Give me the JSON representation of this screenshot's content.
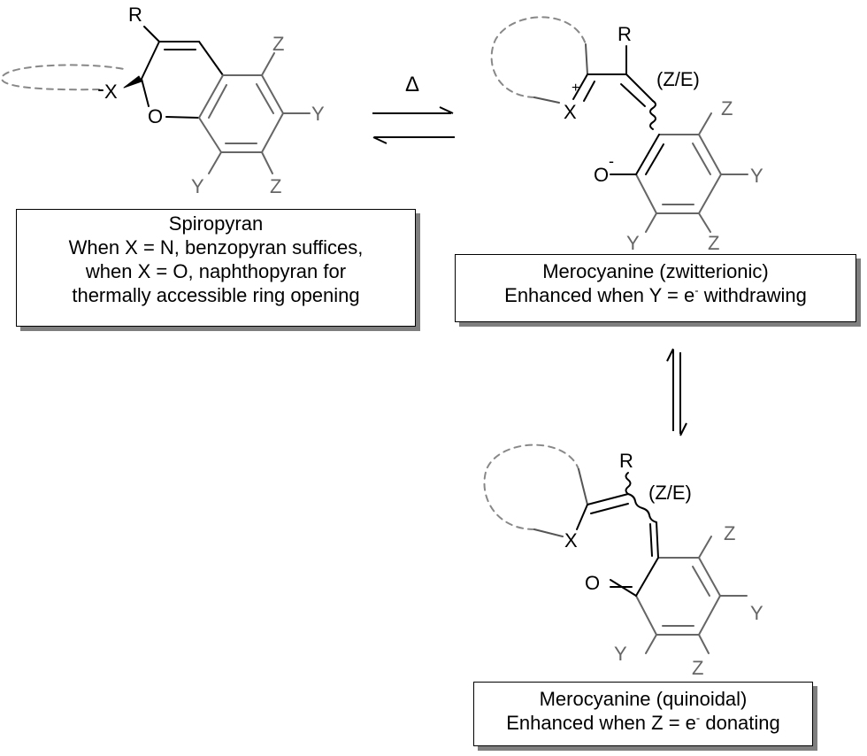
{
  "spiropyran": {
    "atoms": {
      "r": "R",
      "x": "X",
      "o": "O",
      "z_top": "Z",
      "y_right": "Y",
      "z_bottom": "Z",
      "y_bottom": "Y"
    },
    "caption": {
      "title": "Spiropyran",
      "line1": "When X = N, benzopyran suffices,",
      "line2": "when X = O, naphthopyran for",
      "line3": "thermally accessible ring opening"
    }
  },
  "equilibrium_1": {
    "condition": "Δ"
  },
  "merocyanine_zwitterionic": {
    "atoms": {
      "r": "R",
      "x": "X",
      "plus": "+",
      "ze": "(Z/E)",
      "o": "O",
      "minus": "-",
      "z_top": "Z",
      "y_right": "Y",
      "z_bottom": "Z",
      "y_bottom": "Y"
    },
    "caption": {
      "title": "Merocyanine (zwitterionic)",
      "line1_pre": "Enhanced when Y = e",
      "line1_sup": "-",
      "line1_post": " withdrawing"
    }
  },
  "merocyanine_quinoidal": {
    "atoms": {
      "r": "R",
      "x": "X",
      "ze": "(Z/E)",
      "o": "O",
      "z_top": "Z",
      "y_right": "Y",
      "z_bottom": "Z",
      "y_bottom": "Y"
    },
    "caption": {
      "title": "Merocyanine (quinoidal)",
      "line1_pre": "Enhanced when Z = e",
      "line1_sup": "-",
      "line1_post": " donating"
    }
  }
}
